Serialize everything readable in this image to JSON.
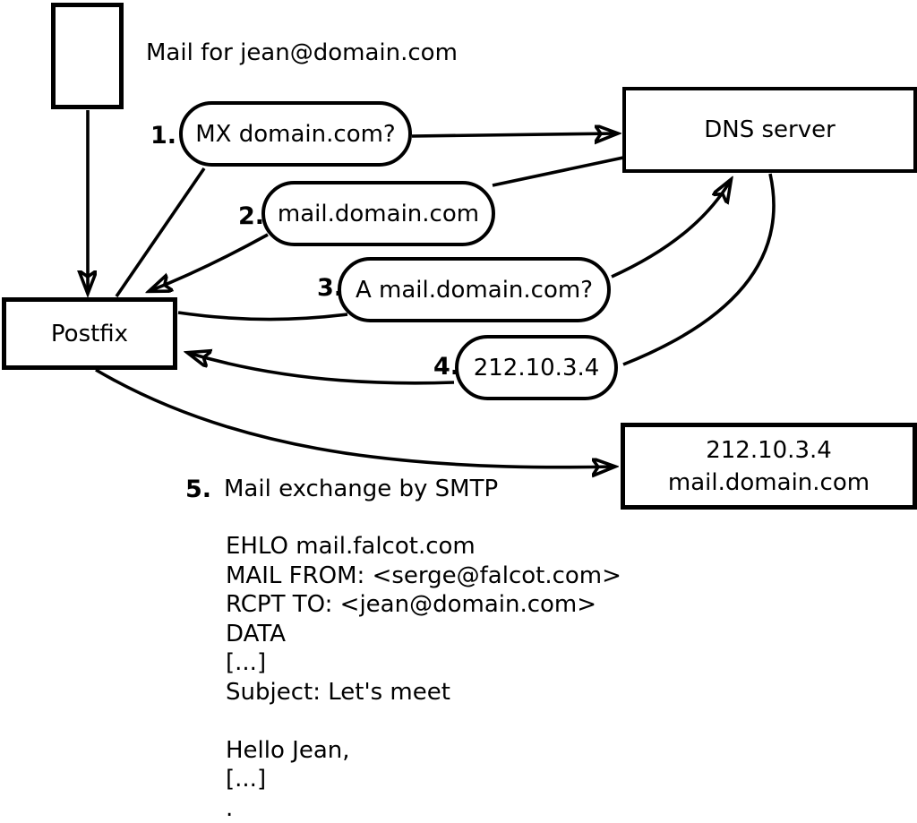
{
  "diagram": {
    "mail_note": "Mail for jean@domain.com",
    "postfix_label": "Postfix",
    "dns_label": "DNS server",
    "target_line1": "212.10.3.4",
    "target_line2": "mail.domain.com",
    "steps": [
      {
        "num": "1.",
        "label": "MX domain.com?"
      },
      {
        "num": "2.",
        "label": "mail.domain.com"
      },
      {
        "num": "3.",
        "label": "A mail.domain.com?"
      },
      {
        "num": "4.",
        "label": "212.10.3.4"
      },
      {
        "num": "5.",
        "label": "Mail exchange by SMTP"
      }
    ],
    "smtp_session": "EHLO mail.falcot.com\nMAIL FROM: <serge@falcot.com>\nRCPT TO: <jean@domain.com>\nDATA\n[...]\nSubject: Let's meet\n\nHello Jean,\n[...]\n.",
    "colors": {
      "ink": "#000000",
      "background": "#ffffff"
    }
  }
}
